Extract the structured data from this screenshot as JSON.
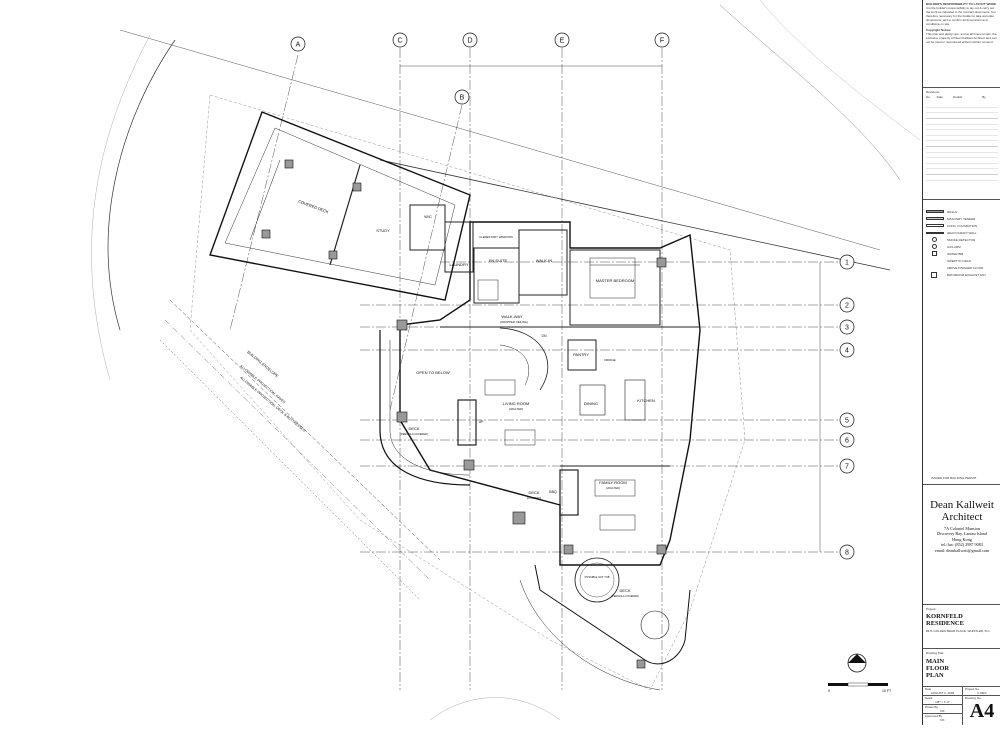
{
  "grid": {
    "letters": [
      "A",
      "B",
      "C",
      "D",
      "E",
      "F"
    ],
    "numbers": [
      "1",
      "2",
      "3",
      "4",
      "5",
      "6",
      "7",
      "8"
    ]
  },
  "rooms": {
    "covered_deck": "COVERED DECK",
    "study": "STUDY",
    "wc": "W/C",
    "laundry": "LAUNDRY",
    "clerestory": "CLERESTORY WINDOWS",
    "ensuite": "EN SUITE",
    "walk_in": "WALK-IN",
    "master": "MASTER BEDROOM",
    "walkway": "WALK-WAY",
    "walkway_sub": "(DROPPED CEILING)",
    "open_below": "OPEN TO BELOW",
    "living": "LIVING ROOM",
    "living_sub": "(VAULTED)",
    "pantry": "PANTRY",
    "fridge": "FRIDGE",
    "dining": "DINING",
    "kitchen": "KITCHEN",
    "family": "FAMILY ROOM",
    "family_sub": "(VAULTED)",
    "deck_left": "DECK",
    "deck_left_sub": "(PERGOLA COVERED)",
    "deck_mid": "DECK",
    "deck_mid_sub": "(COVERED)",
    "bbq": "BBQ",
    "deck_bottom": "DECK",
    "deck_bottom_sub": "(PERGOLA COVERED)",
    "possible_hot_tub": "POSSIBLE HOT TUB",
    "up": "UP",
    "dn": "DN",
    "building_envelope": "BUILDING ENVELOPE",
    "allowable_proj": "ALLOWABLE PROJECTION, EAVES",
    "allowable_proj2": "ALLOWABLE PROJECTION, DECK & BUTTRESSES"
  },
  "scale_bar": {
    "start": "0",
    "end": "10 FT"
  },
  "title_block": {
    "responsibility_title": "BUILDER'S RESPONSIBILITY TO LAYOUT WORK",
    "responsibility_text": "It is the builder's responsibility to lay out & carry out the work as indicated in the contract documents. It is therefore necessary for the builder to take accurate dimensions, and to confirm all dimensions and conditions on site.",
    "copyright_title": "Copyright Notice:",
    "copyright_text": "This plan and design are, and at all times remain, the exclusive property of Dean Kallweit Architect and can not be used or reproduced without written consent.",
    "revisions_title": "Revisions:",
    "revision_cols": [
      "No.",
      "Date",
      "Details",
      "By"
    ],
    "legend": [
      "WALLS",
      "MASONRY VENEER",
      "CONC. FOUNDATION",
      "HEAVY/CRAFT WALL",
      "SMOKE DETECTOR",
      "GAS ARM",
      "WATER BIB",
      "SWEPT IN FIELD",
      "ABOVE FINISHED FLOOR",
      "BATHROOM EXHAUST FAN"
    ],
    "issued_note": "ISSUED FOR BUILDING PERMIT",
    "architect_name": "Dean Kallweit",
    "architect_title": "Architect",
    "address_lines": [
      "7A Coloniel Mansion",
      "Discovery Bay, Lantau Island",
      "Hong Kong",
      "tel./fax: (852) 2987 9083",
      "email: deankallweit@gmail.com"
    ],
    "project_label": "Project:",
    "project_name": "KORNFELD RESIDENCE",
    "project_address": "8471 GOLDEN BEAR PLACE, WHISTLER, B.C.",
    "drawing_title_label": "Drawing Title:",
    "drawing_title": "MAIN FLOOR PLAN",
    "date_label": "Date",
    "date_value": "AUGUST 2, 2009",
    "project_no_label": "Project No.",
    "project_no_value": "K.RES",
    "scale_label": "Scale",
    "scale_value": "1/8\" = 1'-0\"",
    "drawn_by_label": "Drawn By",
    "drawn_by_value": "DK",
    "drawing_no_label": "Drawing No.",
    "approved_by_label": "Approved By",
    "approved_by_value": "DK",
    "sheet_no": "A4"
  }
}
